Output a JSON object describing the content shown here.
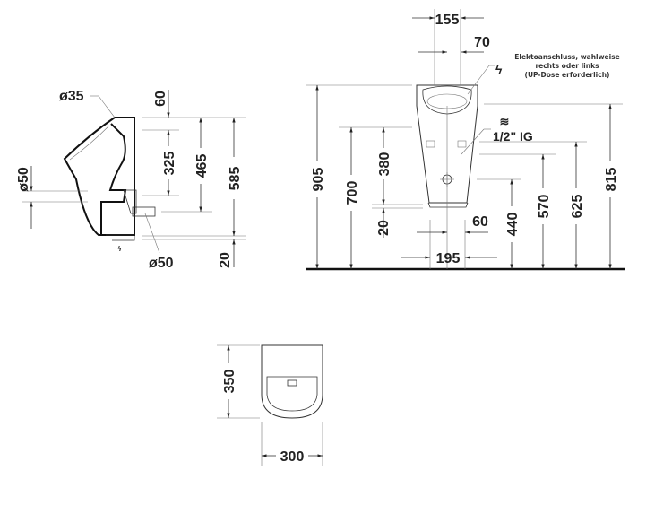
{
  "side_view": {
    "labels": {
      "inlet_diameter": "ø35",
      "outlet_diameter_left": "ø50",
      "outlet_diameter_bottom": "ø50",
      "top_offset": "60",
      "inlet_to_outlet": "325",
      "height_outlet": "465",
      "total_height": "585",
      "bottom_offset": "20"
    }
  },
  "front_view": {
    "labels": {
      "width_top": "155",
      "offset_top": "70",
      "total_height": "905",
      "outlet_height": "700",
      "outlet_distance": "380",
      "bottom_gap": "20",
      "offset_bottom": "60",
      "width_bottom": "195",
      "fixing_height": "440",
      "water_inlet_height": "570",
      "supply_height": "625",
      "rim_height": "815",
      "water_connection": "1/2\" IG",
      "water_symbol": "≋",
      "electric_symbol": "ϟ",
      "electric_note": [
        "Elektoanschluss, wahlweise",
        "rechts oder links",
        "(UP-Dose erforderlich)"
      ]
    }
  },
  "top_view": {
    "labels": {
      "depth": "350",
      "width": "300"
    }
  }
}
